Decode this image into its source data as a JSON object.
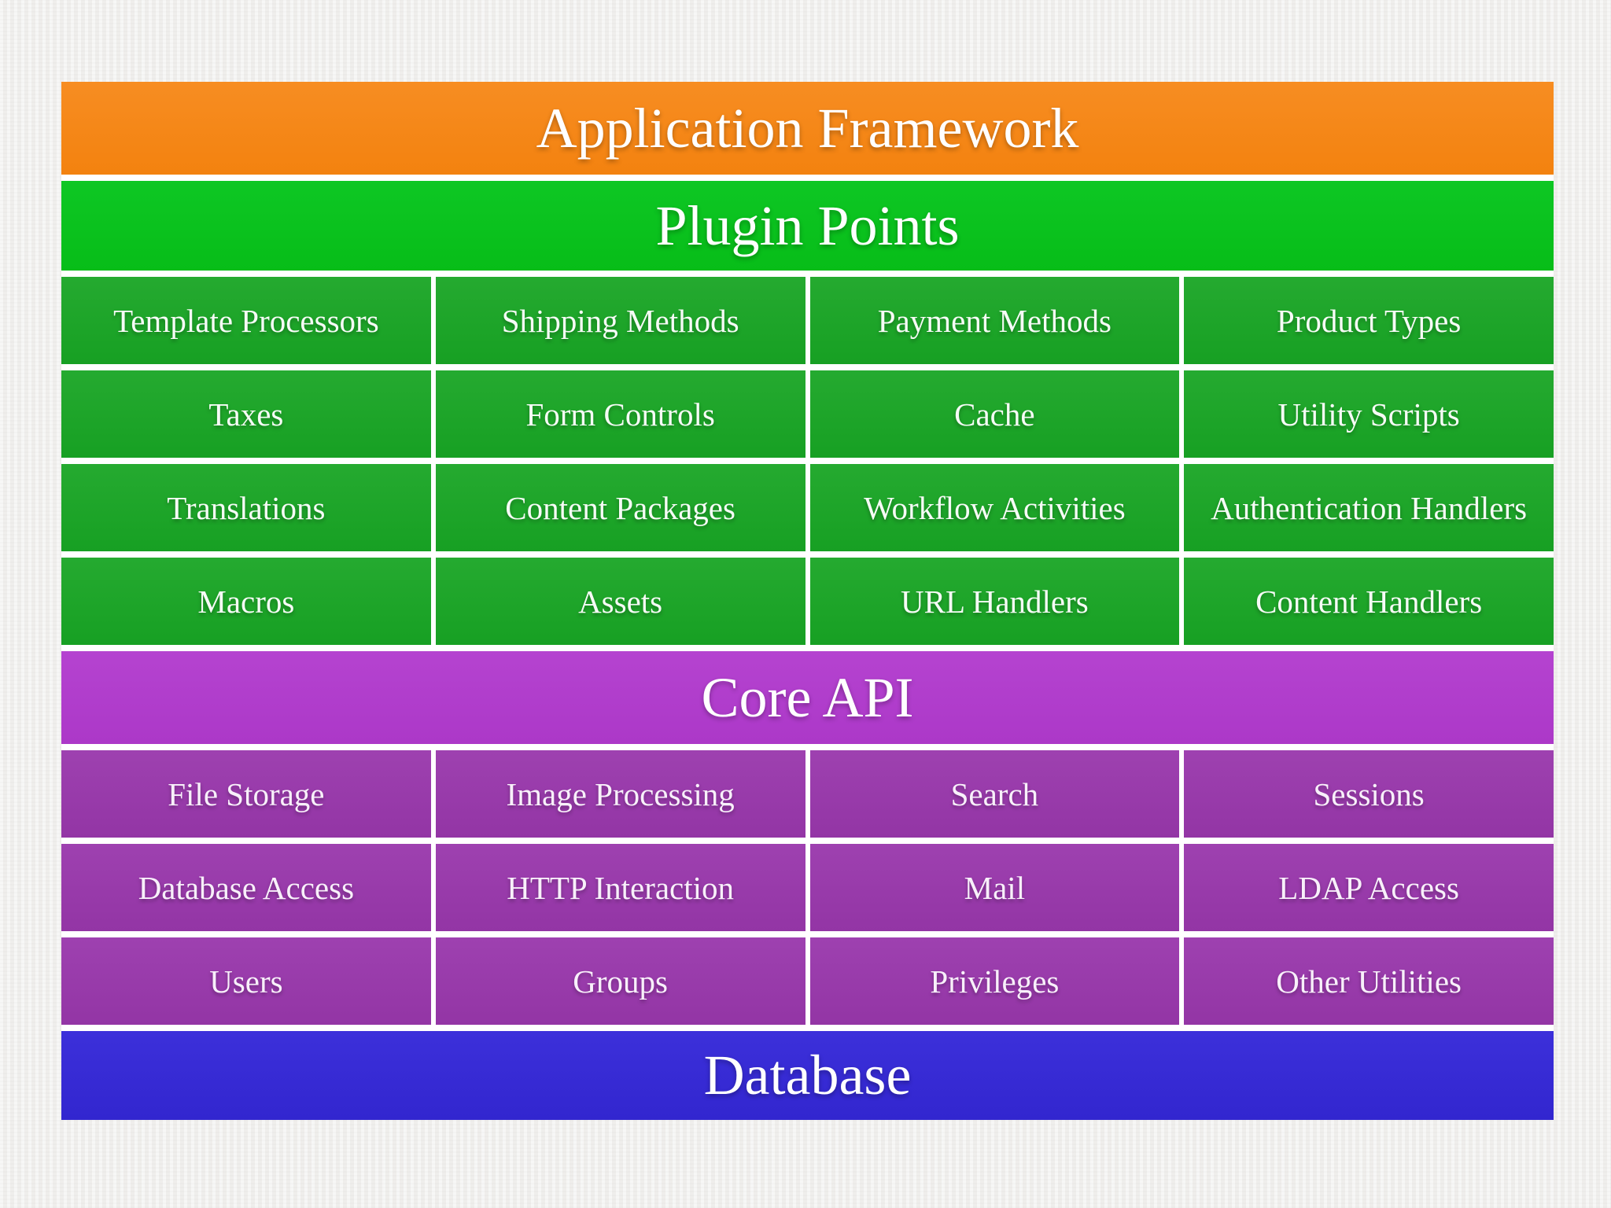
{
  "diagram": {
    "title_hierarchy": "Application Framework > Plugin Points > Core API > Database",
    "app_framework": {
      "label": "Application Framework"
    },
    "plugin_points": {
      "label": "Plugin Points",
      "cells": [
        "Template Processors",
        "Shipping Methods",
        "Payment Methods",
        "Product Types",
        "Taxes",
        "Form Controls",
        "Cache",
        "Utility Scripts",
        "Translations",
        "Content Packages",
        "Workflow Activities",
        "Authentication Handlers",
        "Macros",
        "Assets",
        "URL Handlers",
        "Content Handlers"
      ]
    },
    "core_api": {
      "label": "Core API",
      "cells": [
        "File Storage",
        "Image Processing",
        "Search",
        "Sessions",
        "Database Access",
        "HTTP Interaction",
        "Mail",
        "LDAP Access",
        "Users",
        "Groups",
        "Privileges",
        "Other Utilities"
      ]
    },
    "database": {
      "label": "Database"
    }
  },
  "colors": {
    "app_framework_banner": "#f5861b",
    "plugin_points_banner": "#0ac21e",
    "plugin_points_cell": "#1ea229",
    "core_api_banner": "#b23ecd",
    "core_api_cell": "#9a3caa",
    "database_banner": "#372ad5",
    "cell_gap": "#ffffff",
    "text": "#ffffff",
    "page_background": "#f1f0ee"
  }
}
